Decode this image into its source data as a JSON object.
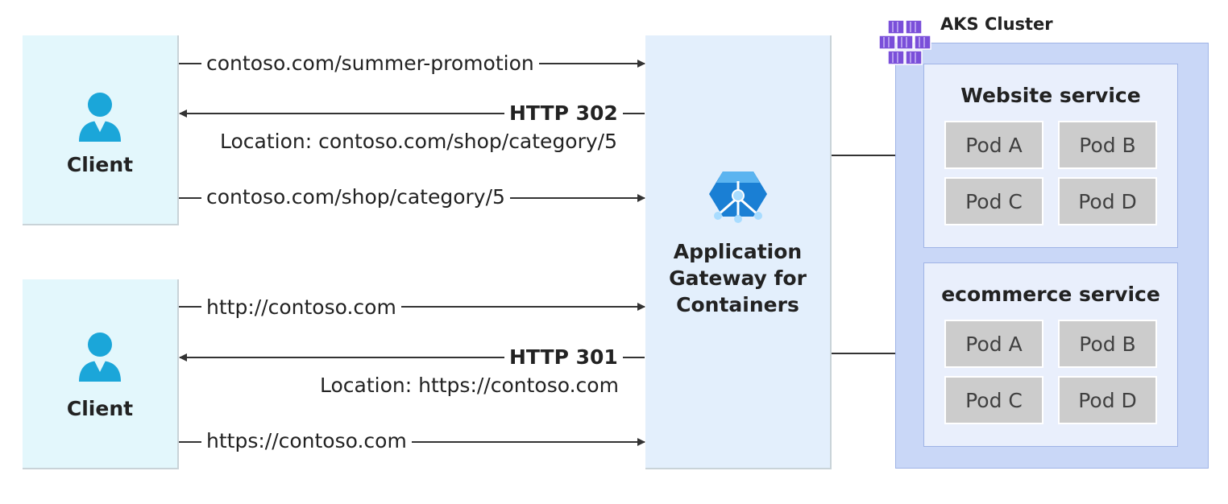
{
  "clients": [
    {
      "label": "Client"
    },
    {
      "label": "Client"
    }
  ],
  "flows": {
    "top": {
      "request1": "contoso.com/summer-promotion",
      "response_status": "HTTP 302",
      "response_location": "Location: contoso.com/shop/category/5",
      "request2": "contoso.com/shop/category/5"
    },
    "bottom": {
      "request1": "http://contoso.com",
      "response_status": "HTTP 301",
      "response_location": "Location: https://contoso.com",
      "request2": "https://contoso.com"
    }
  },
  "gateway": {
    "line1": "Application",
    "line2": "Gateway for",
    "line3": "Containers"
  },
  "aks": {
    "title": "AKS Cluster",
    "services": [
      {
        "title": "Website service",
        "pods": [
          "Pod A",
          "Pod B",
          "Pod C",
          "Pod D"
        ]
      },
      {
        "title": "ecommerce service",
        "pods": [
          "Pod A",
          "Pod B",
          "Pod C",
          "Pod D"
        ]
      }
    ]
  },
  "colors": {
    "client_fill": "#e3f7fc",
    "gateway_fill": "#e3effc",
    "aks_fill": "#c9d7f7",
    "service_fill": "#e9effc",
    "pod_fill": "#cccccc",
    "person_icon": "#1ba6d9",
    "gateway_icon": "#1a7fd4",
    "aks_icon": "#7a4fd9"
  },
  "icons": [
    "person-icon",
    "application-gateway-icon",
    "kubernetes-cluster-icon"
  ]
}
